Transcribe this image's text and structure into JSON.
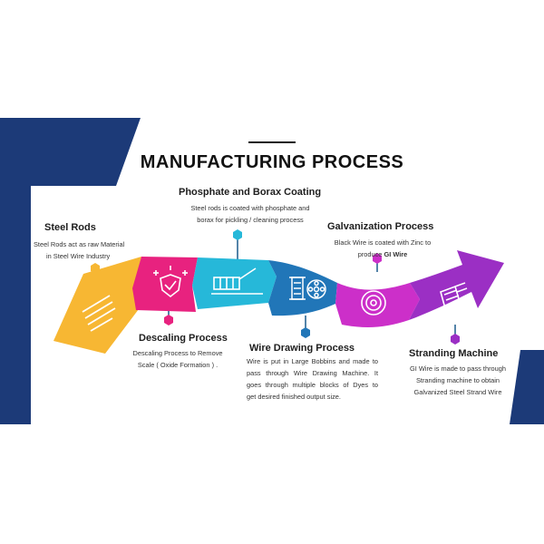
{
  "title": "MANUFACTURING PROCESS",
  "colors": {
    "navy": "#1c3a78",
    "yellow": "#f7b733",
    "pink": "#e8227f",
    "cyan": "#26b8d9",
    "blue": "#2176b8",
    "magenta": "#cc2fc9",
    "purple": "#9b2fc4",
    "connector": "#1b5a8c"
  },
  "steps": [
    {
      "title": "Steel Rods",
      "lines": [
        "Steel Rods act as raw Material",
        "in Steel Wire Industry"
      ],
      "icon": "document-icon",
      "color": "#f7b733"
    },
    {
      "title": "Descaling Process",
      "lines": [
        "Descaling Process to Remove",
        "Scale ( Oxide Formation ) ."
      ],
      "icon": "sparkle-shield-icon",
      "color": "#e8227f"
    },
    {
      "title": "Phosphate and Borax Coating",
      "lines": [
        "Steel rods is coated with phosphate and",
        "borax for pickling / cleaning process"
      ],
      "icon": "coating-brush-icon",
      "color": "#26b8d9"
    },
    {
      "title": "Wire Drawing Process",
      "lines": [
        "Wire is put in Large Bobbins and made to",
        "pass through Wire Drawing Machine. It",
        "goes through multiple blocks of Dyes to",
        "get desired finished output size."
      ],
      "icon": "bobbin-icon",
      "color": "#2176b8"
    },
    {
      "title": "Galvanization Process",
      "lines": [
        "Black Wire is coated with Zinc to"
      ],
      "line2_prefix": "produce ",
      "line2_bold": "GI Wire",
      "icon": "wire-coil-icon",
      "color": "#cc2fc9"
    },
    {
      "title": "Stranding Machine",
      "lines": [
        "GI Wire is made to pass through",
        "Stranding machine to obtain",
        "Galvanized Steel Strand Wire"
      ],
      "icon": "strand-wire-icon",
      "color": "#9b2fc4"
    }
  ]
}
